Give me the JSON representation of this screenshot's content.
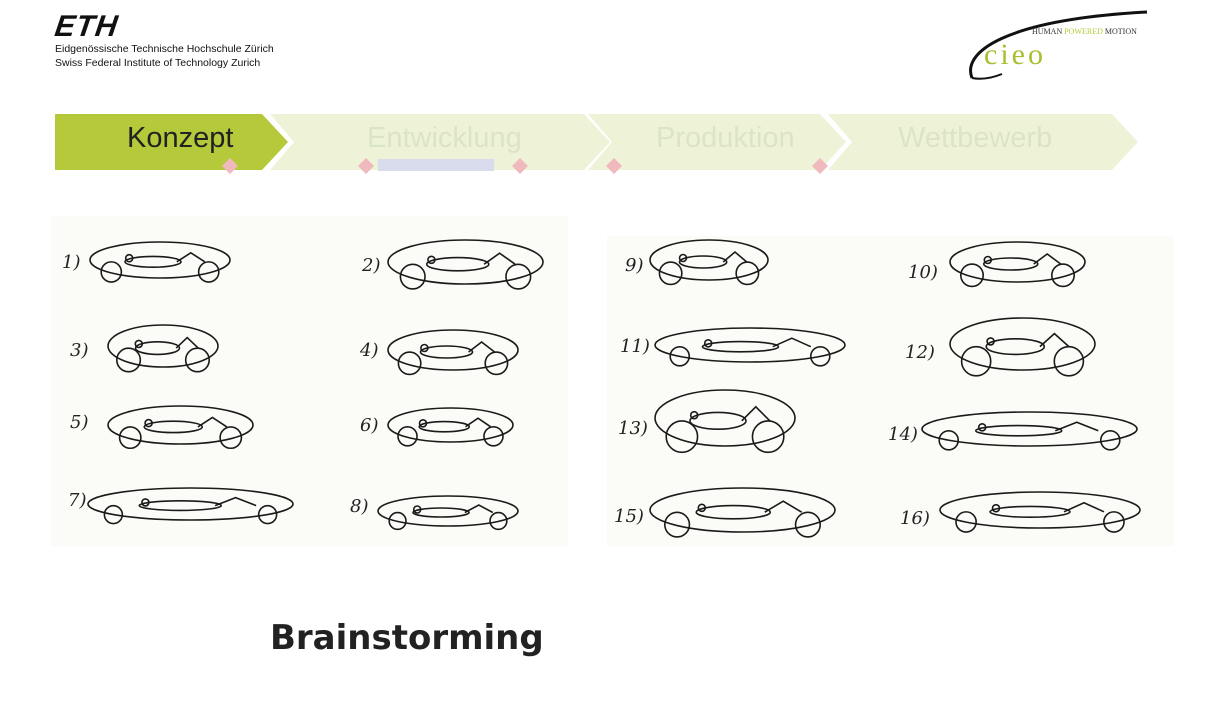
{
  "header": {
    "eth_word": "ETH",
    "eth_line1": "Eidgenössische Technische Hochschule Zürich",
    "eth_line2": "Swiss Federal Institute of Technology Zurich",
    "cieo_tag_prefix": "HUMAN ",
    "cieo_tag_highlight": "POWERED",
    "cieo_tag_suffix": " MOTION",
    "cieo_word": "cieo"
  },
  "process": {
    "steps": [
      {
        "label": "Konzept",
        "active": true
      },
      {
        "label": "Entwicklung",
        "active": false
      },
      {
        "label": "Produktion",
        "active": false
      },
      {
        "label": "Wettbewerb",
        "active": false
      }
    ],
    "active_color": "#b5c93a",
    "inactive_color": "#eef3d8",
    "marker_color": "#f0b9bd",
    "bar_color": "#d9dcec"
  },
  "sketches": {
    "left": [
      "1)",
      "2)",
      "3)",
      "4)",
      "5)",
      "6)",
      "7)",
      "8)"
    ],
    "right": [
      "9)",
      "10)",
      "11)",
      "12)",
      "13)",
      "14)",
      "15)",
      "16)"
    ]
  },
  "title": "Brainstorming"
}
